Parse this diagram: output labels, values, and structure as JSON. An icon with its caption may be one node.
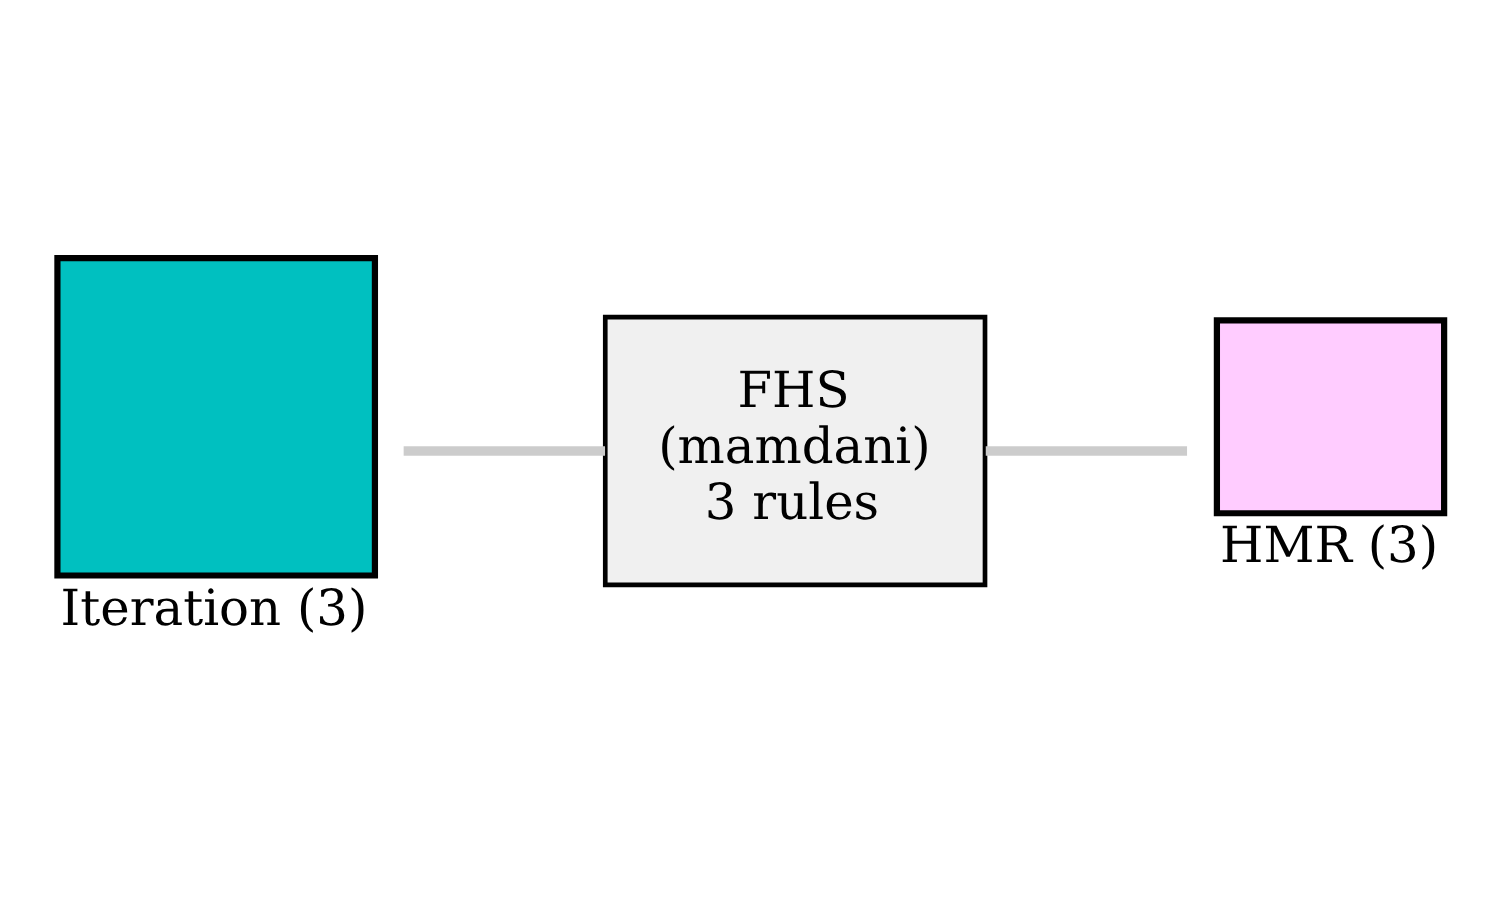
{
  "diagram": {
    "nodes": [
      {
        "text": [
          "Iteration (3)"
        ]
      },
      {
        "text": [
          "FHS (mamdani) 3 rules"
        ]
      },
      {
        "text": [
          "HMR (3)"
        ]
      }
    ],
    "edges": [
      {
        "from": 0,
        "to": 1,
        "arrow": "none"
      },
      {
        "from": 1,
        "to": 2,
        "arrow": "none"
      }
    ]
  }
}
